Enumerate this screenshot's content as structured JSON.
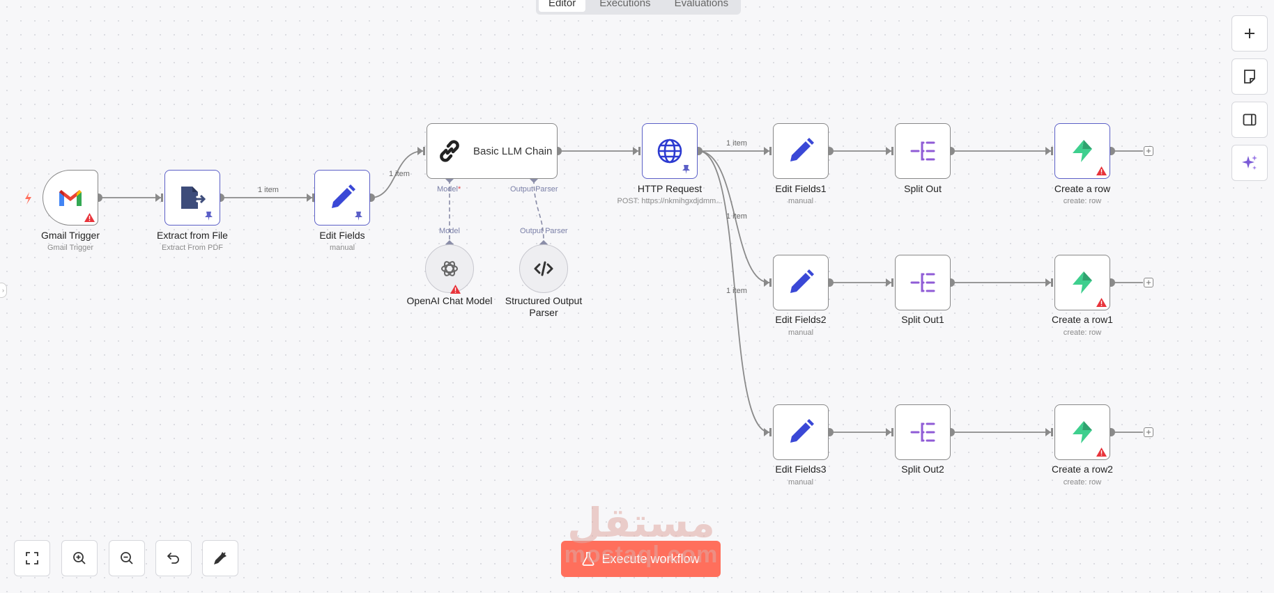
{
  "tabs": [
    {
      "label": "Editor",
      "active": true
    },
    {
      "label": "Executions",
      "active": false
    },
    {
      "label": "Evaluations",
      "active": false
    }
  ],
  "nodes": {
    "gmail_trigger": {
      "label": "Gmail Trigger",
      "subtitle": "Gmail Trigger",
      "icon": "gmail-icon"
    },
    "extract_from_file": {
      "label": "Extract from File",
      "subtitle": "Extract From PDF",
      "icon": "extract-file-icon"
    },
    "edit_fields": {
      "label": "Edit Fields",
      "subtitle": "manual",
      "icon": "pencil-icon"
    },
    "basic_llm_chain": {
      "label": "Basic LLM Chain",
      "icon": "chain-link-icon"
    },
    "http_request": {
      "label": "HTTP Request",
      "subtitle": "POST: https://nkmihgxdjdmm...",
      "icon": "globe-icon"
    },
    "edit_fields1": {
      "label": "Edit Fields1",
      "subtitle": "manual"
    },
    "split_out": {
      "label": "Split Out"
    },
    "create_a_row": {
      "label": "Create a row",
      "subtitle": "create: row"
    },
    "edit_fields2": {
      "label": "Edit Fields2",
      "subtitle": "manual"
    },
    "split_out1": {
      "label": "Split Out1"
    },
    "create_a_row1": {
      "label": "Create a row1",
      "subtitle": "create: row"
    },
    "edit_fields3": {
      "label": "Edit Fields3",
      "subtitle": "manual"
    },
    "split_out2": {
      "label": "Split Out2"
    },
    "create_a_row2": {
      "label": "Create a row2",
      "subtitle": "create: row"
    },
    "openai_chat_model": {
      "label": "OpenAI Chat Model",
      "icon": "openai-icon"
    },
    "structured_output_parser": {
      "label_line1": "Structured Output",
      "label_line2": "Parser",
      "icon": "code-icon"
    }
  },
  "edge_labels": {
    "extract_to_edit": "1 item",
    "edit_to_llm": "1 item",
    "http_to_edit1": "1 item",
    "http_to_edit2": "1 item",
    "http_to_edit3": "1 item"
  },
  "ports": {
    "model_top": "Model",
    "model_required_mark": "*",
    "output_parser_top": "Output Parser",
    "model_bottom": "Model",
    "output_parser_bottom": "Output Parser"
  },
  "right_toolbar": [
    "plus-icon",
    "sticky-note-icon",
    "panel-toggle-icon",
    "ai-sparkle-icon"
  ],
  "bottom_toolbar": [
    "fit-view-icon",
    "zoom-in-icon",
    "zoom-out-icon",
    "undo-icon",
    "tidy-up-icon"
  ],
  "execute_button": {
    "label": "Execute workflow",
    "icon": "flask-icon"
  },
  "watermark": {
    "arabic": "مستقل",
    "latin": "mostaql.com"
  },
  "colors": {
    "accent": "#5b5fc7",
    "execute": "#ff6f5c",
    "edge": "#8a8a8a",
    "supabase_green": "#3ecf8e",
    "split_purple": "#8f5bd6",
    "warning": "#e8333a"
  }
}
